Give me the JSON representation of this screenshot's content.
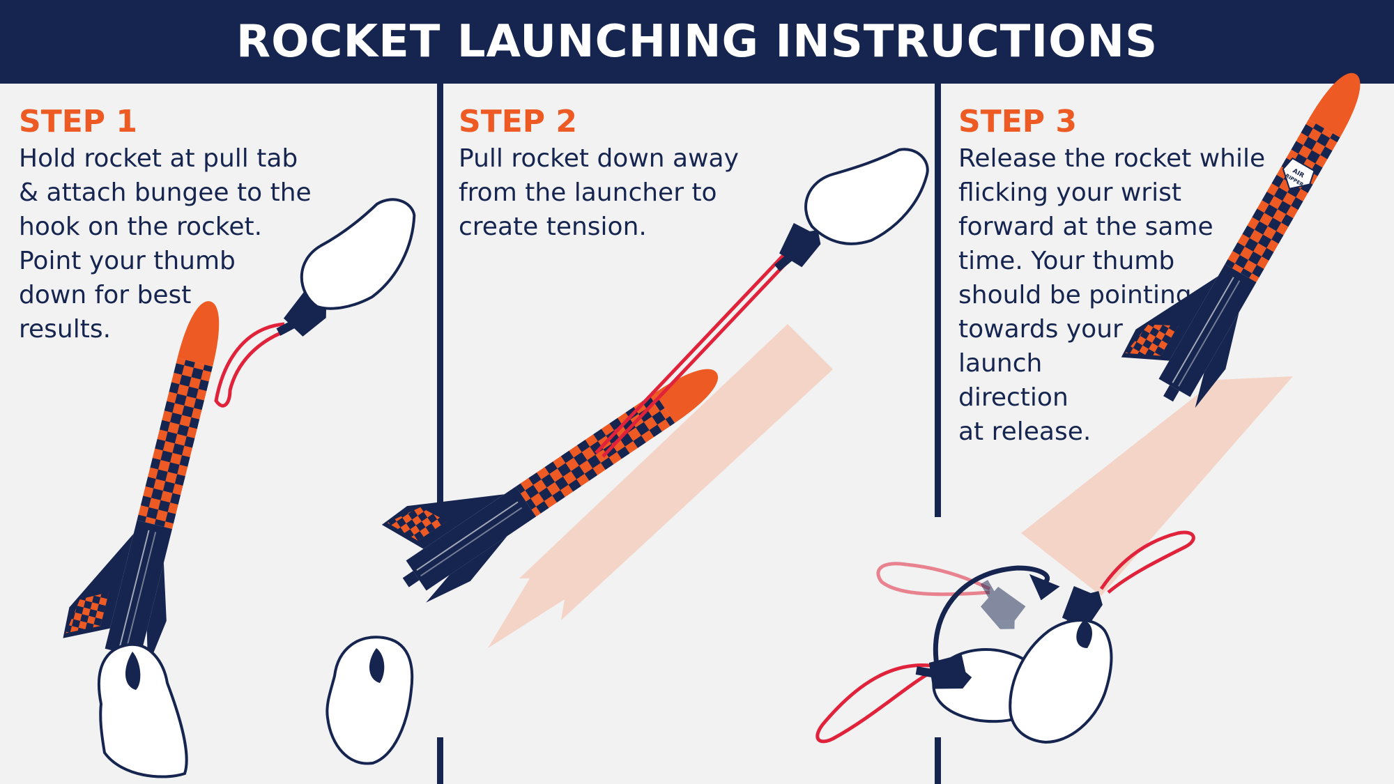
{
  "title": "ROCKET LAUNCHING INSTRUCTIONS",
  "steps": [
    {
      "heading": "STEP 1",
      "lines": [
        "Hold rocket at pull tab",
        "& attach bungee to the",
        "hook on the rocket.",
        "Point your thumb",
        "down for best",
        "results."
      ]
    },
    {
      "heading": "STEP 2",
      "lines": [
        "Pull rocket down away",
        "from the launcher to",
        "create tension."
      ]
    },
    {
      "heading": "STEP 3",
      "lines": [
        "Release the rocket while",
        "flicking your wrist",
        "forward at the same",
        "time. Your thumb",
        "should be pointing",
        "towards your",
        "launch",
        "direction",
        "at release."
      ]
    }
  ],
  "rocket_logo": {
    "line1": "AIR",
    "line2": "RIPPER"
  },
  "colors": {
    "navy": "#16254f",
    "orange": "#ee5a24",
    "bungee_red": "#e0223a",
    "motion_peach": "#f4cfc0",
    "background": "#f2f2f2"
  },
  "icons": [
    "rocket-icon",
    "hand-icon",
    "launcher-icon",
    "motion-arrow-icon",
    "rotation-arrow-icon"
  ]
}
